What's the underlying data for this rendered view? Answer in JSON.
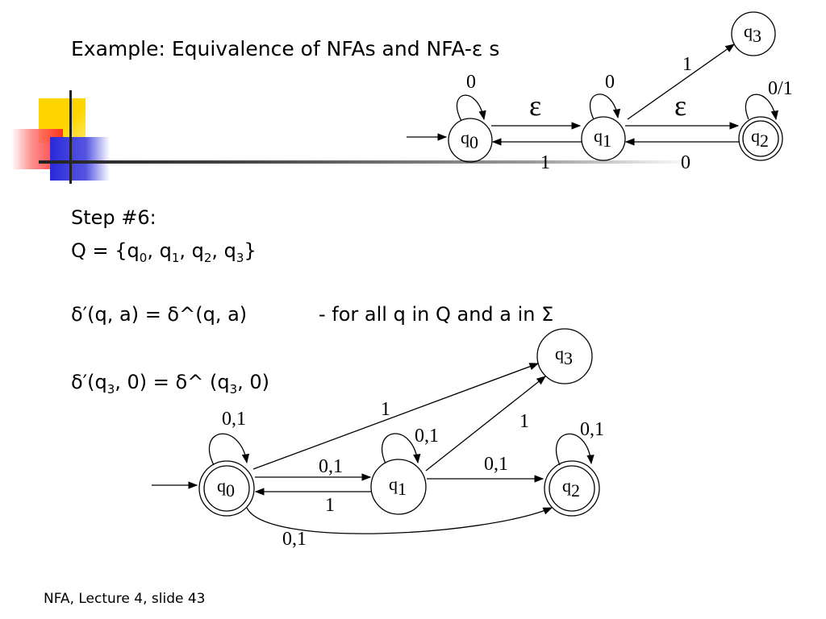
{
  "slide": {
    "title": "Example: Equivalence of NFAs and NFA-ε s",
    "step": "Step #6:",
    "states_set": {
      "prefix": "Q = {",
      "q0": "q",
      "s0": "0",
      "sep1": ", q",
      "s1": "1",
      "sep2": ", q",
      "s2": "2",
      "sep3": ", q",
      "s3": "3",
      "suffix": "}"
    },
    "delta_def": "δ′(q, a) = δ^(q, a)",
    "delta_note": "- for all q in Q and a in Σ",
    "delta_example": {
      "prefix": "δ′(q",
      "s1": "3",
      "mid": ", 0) = δ^ (q",
      "s2": "3",
      "suffix": ", 0)"
    },
    "footer": "NFA, Lecture 4, slide 43"
  },
  "colors": {
    "yellow": "#ffd500",
    "red": "#ff2a2a",
    "blue": "#2a2ad8",
    "rule": "#333333"
  },
  "top_diagram": {
    "states": [
      {
        "id": "q0",
        "name": "q",
        "sub": "0"
      },
      {
        "id": "q1",
        "name": "q",
        "sub": "1"
      },
      {
        "id": "q2",
        "name": "q",
        "sub": "2",
        "accepting": true
      },
      {
        "id": "q3",
        "name": "q",
        "sub": "3"
      }
    ],
    "labels": {
      "loop_q0": "0",
      "loop_q1": "0",
      "loop_q2": "0/1",
      "q0_q1": "ε",
      "q1_q2": "ε",
      "q1_q0": "1",
      "q2_q1": "0",
      "q1_q3": "1"
    }
  },
  "bottom_diagram": {
    "states": [
      {
        "id": "q0",
        "name": "q",
        "sub": "0",
        "accepting": true
      },
      {
        "id": "q1",
        "name": "q",
        "sub": "1"
      },
      {
        "id": "q2",
        "name": "q",
        "sub": "2",
        "accepting": true
      },
      {
        "id": "q3",
        "name": "q",
        "sub": "3"
      }
    ],
    "labels": {
      "loop_q0": "0,1",
      "loop_q1": "0,1",
      "loop_q2": "0,1",
      "q0_q1": "0,1",
      "q1_q0": "1",
      "q0_q3": "1",
      "q1_q3": "1",
      "q1_q2": "0,1",
      "q0_q2": "0,1"
    }
  }
}
